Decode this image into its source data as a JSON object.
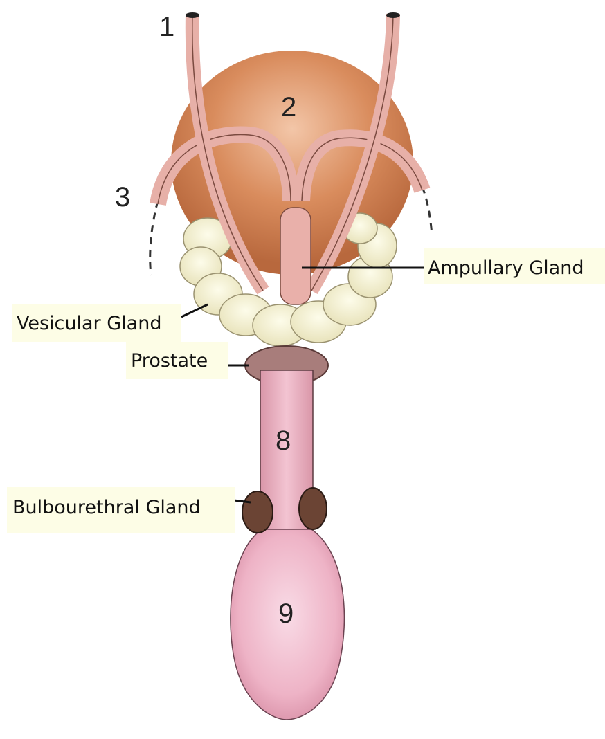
{
  "numbers": {
    "n1": "1",
    "n2": "2",
    "n3": "3",
    "n8": "8",
    "n9": "9"
  },
  "labels": {
    "ampullary_gland": "Ampullary Gland",
    "vesicular_gland": "Vesicular Gland",
    "prostate": "Prostate",
    "bulbourethral_gland": "Bulbourethral Gland"
  },
  "colors": {
    "bladder": "#d4895c",
    "duct": "#e6aaa4",
    "vesicular": "#f4f1d2",
    "prostate": "#a77a78",
    "urethra": "#ecb8c6",
    "bulb": "#f2b9cb",
    "bulbourethral": "#6b4434",
    "label_bg": "#fdfde6"
  }
}
